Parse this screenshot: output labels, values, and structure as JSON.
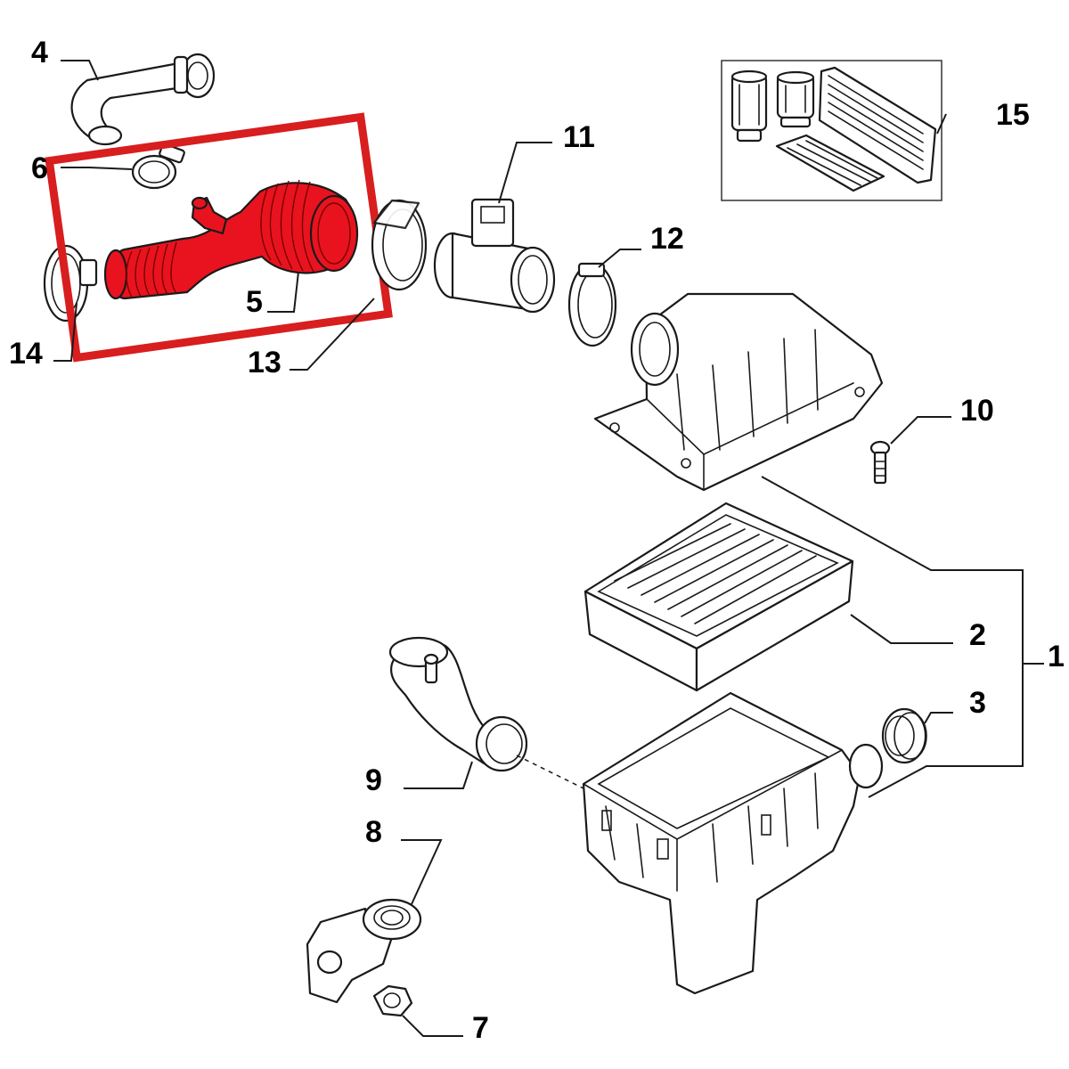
{
  "diagram": {
    "callouts": {
      "c1": "1",
      "c2": "2",
      "c3": "3",
      "c4": "4",
      "c5": "5",
      "c6": "6",
      "c7": "7",
      "c8": "8",
      "c9": "9",
      "c10": "10",
      "c11": "11",
      "c12": "12",
      "c13": "13",
      "c14": "14",
      "c15": "15"
    },
    "highlight": {
      "part": "5",
      "fill_color": "#e8131f",
      "frame_color": "#d81e1e"
    },
    "colors": {
      "line": "#1a1a1a",
      "background": "#ffffff"
    }
  }
}
